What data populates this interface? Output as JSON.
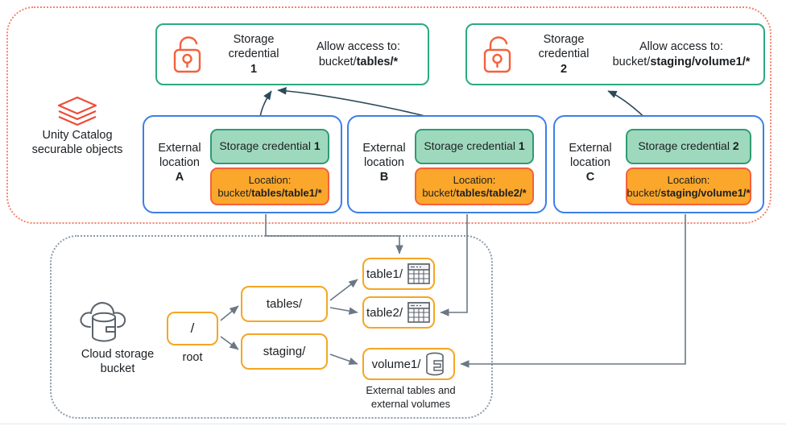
{
  "diagram": {
    "regions": {
      "unity_catalog": {
        "caption_line1": "Unity Catalog",
        "caption_line2": "securable objects",
        "icon": "databricks-layers-icon",
        "border_color": "#f2836b"
      },
      "cloud_storage": {
        "caption_line1": "Cloud storage",
        "caption_line2": "bucket",
        "icon": "cloud-database-icon",
        "border_color": "#8d99a6"
      }
    },
    "storage_credentials": [
      {
        "id": "cred1",
        "icon": "lock-icon",
        "title_line1": "Storage",
        "title_line2": "credential",
        "number": "1",
        "allow_label": "Allow access to:",
        "allow_prefix": "bucket/",
        "allow_bold": "tables/*",
        "border_color": "#2bab7e"
      },
      {
        "id": "cred2",
        "icon": "lock-icon",
        "title_line1": "Storage",
        "title_line2": "credential",
        "number": "2",
        "allow_label": "Allow access to:",
        "allow_prefix": "bucket/",
        "allow_bold": "staging/volume1/*",
        "border_color": "#2bab7e"
      }
    ],
    "external_locations": [
      {
        "id": "ext-a",
        "label_line1": "External",
        "label_line2": "location",
        "letter": "A",
        "credential_prefix": "Storage credential ",
        "credential_number": "1",
        "location_label": "Location:",
        "location_prefix": "bucket/",
        "location_bold": "tables/table1/*",
        "border_color": "#3c7fe8"
      },
      {
        "id": "ext-b",
        "label_line1": "External",
        "label_line2": "location",
        "letter": "B",
        "credential_prefix": "Storage credential ",
        "credential_number": "1",
        "location_label": "Location:",
        "location_prefix": "bucket/",
        "location_bold": "tables/table2/*",
        "border_color": "#3c7fe8"
      },
      {
        "id": "ext-c",
        "label_line1": "External",
        "label_line2": "location",
        "letter": "C",
        "credential_prefix": "Storage credential ",
        "credential_number": "2",
        "location_label": "Location:",
        "location_prefix": "bucket/",
        "location_bold": "staging/volume1/*",
        "border_color": "#3c7fe8"
      }
    ],
    "tree": {
      "root": {
        "label": "/",
        "caption": "root"
      },
      "folders": [
        {
          "id": "tables",
          "label": "tables/"
        },
        {
          "id": "staging",
          "label": "staging/"
        }
      ],
      "leaves": [
        {
          "id": "table1",
          "label": "table1/",
          "icon": "table-icon"
        },
        {
          "id": "table2",
          "label": "table2/",
          "icon": "table-icon"
        },
        {
          "id": "volume1",
          "label": "volume1/",
          "icon": "volume-database-icon"
        }
      ],
      "leaf_caption_line1": "External tables and",
      "leaf_caption_line2": "external volumes",
      "node_border_color": "#f5a623"
    },
    "palette": {
      "credential_chip_fill": "#9fd9bd",
      "credential_chip_border": "#2f9b72",
      "location_chip_fill": "#fba72b",
      "location_chip_border": "#f4613c",
      "connector_color": "#6b7785",
      "curve_color": "#2c4a5a"
    }
  }
}
